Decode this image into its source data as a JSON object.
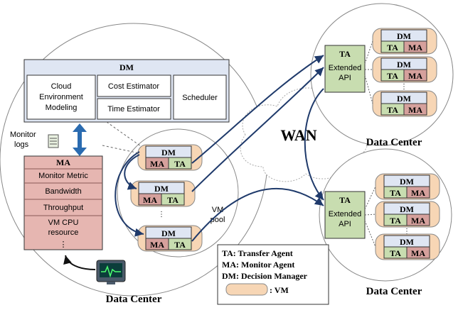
{
  "dm_panel": {
    "title": "DM",
    "cloud_line1": "Cloud",
    "cloud_line2": "Environment",
    "cloud_line3": "Modeling",
    "cost": "Cost Estimator",
    "time": "Time Estimator",
    "scheduler": "Scheduler"
  },
  "monitor": {
    "line1": "Monitor",
    "line2": "logs"
  },
  "ma_panel": {
    "title": "MA",
    "metric": "Monitor Metric",
    "bandwidth": "Bandwidth",
    "throughput": "Throughput",
    "cpu_line1": "VM CPU",
    "cpu_line2": "resource",
    "more": "⋮"
  },
  "vm": {
    "dm": "DM",
    "ma": "MA",
    "ta": "TA"
  },
  "vm_pool": {
    "line1": "VM",
    "line2": "pool"
  },
  "wan": "WAN",
  "ta_ext": {
    "ta": "TA",
    "line1": "Extended",
    "line2": "API"
  },
  "datacenter_label": "Data Center",
  "legend": {
    "ta": "TA: Transfer Agent",
    "ma": "MA: Monitor Agent",
    "dm": "DM: Decision Manager",
    "vm": ": VM"
  },
  "colors": {
    "dm_fill": "#dfe6f3",
    "ma_fill": "#d5a09c",
    "ma_box": "#e6b6b1",
    "ta_fill": "#c8ddb0",
    "vm_fill": "#f7d6b5",
    "arrow": "#1f3a6b"
  }
}
